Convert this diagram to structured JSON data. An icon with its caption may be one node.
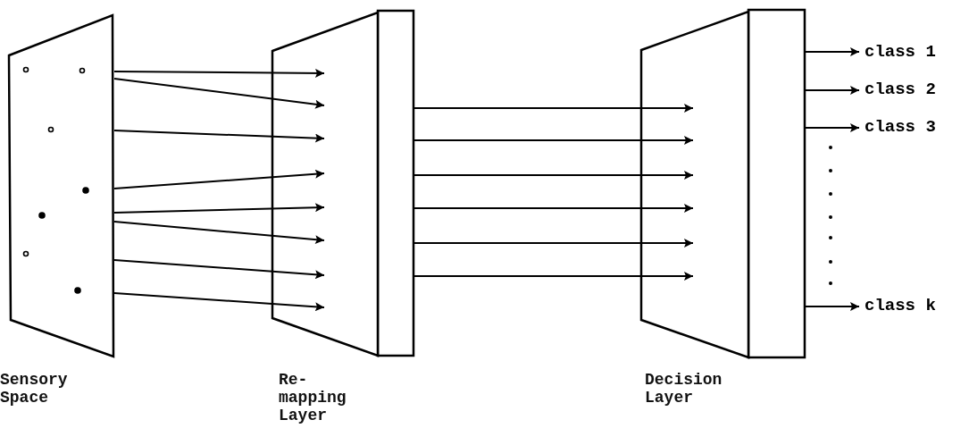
{
  "diagram": {
    "nodes": [
      {
        "text": [],
        "shape": "box",
        "beside": [
          "Sensory Space"
        ]
      },
      {
        "text": [],
        "shape": "box",
        "beside": [
          "Re-mapping Layer"
        ]
      },
      {
        "text": [],
        "shape": "box",
        "beside": [
          "Decision Layer"
        ]
      },
      {
        "text": [
          "class 1"
        ]
      },
      {
        "text": [
          "class 2"
        ]
      },
      {
        "text": [
          "class 3"
        ]
      },
      {
        "text": [
          "class k"
        ]
      }
    ],
    "edges": [
      {
        "from": 0,
        "to": 1,
        "arrow": "to"
      },
      {
        "from": 0,
        "to": 1,
        "arrow": "to"
      },
      {
        "from": 0,
        "to": 1,
        "arrow": "to"
      },
      {
        "from": 0,
        "to": 1,
        "arrow": "to"
      },
      {
        "from": 0,
        "to": 1,
        "arrow": "to"
      },
      {
        "from": 0,
        "to": 1,
        "arrow": "to"
      },
      {
        "from": 0,
        "to": 1,
        "arrow": "to"
      },
      {
        "from": 0,
        "to": 1,
        "arrow": "to"
      },
      {
        "from": 1,
        "to": 2,
        "arrow": "to"
      },
      {
        "from": 1,
        "to": 2,
        "arrow": "to"
      },
      {
        "from": 1,
        "to": 2,
        "arrow": "to"
      },
      {
        "from": 1,
        "to": 2,
        "arrow": "to"
      },
      {
        "from": 1,
        "to": 2,
        "arrow": "to"
      },
      {
        "from": 1,
        "to": 2,
        "arrow": "to"
      },
      {
        "from": 2,
        "to": 3,
        "arrow": "to"
      },
      {
        "from": 2,
        "to": 4,
        "arrow": "to"
      },
      {
        "from": 2,
        "to": 5,
        "arrow": "to"
      },
      {
        "from": 2,
        "to": 6,
        "arrow": "to"
      }
    ]
  }
}
